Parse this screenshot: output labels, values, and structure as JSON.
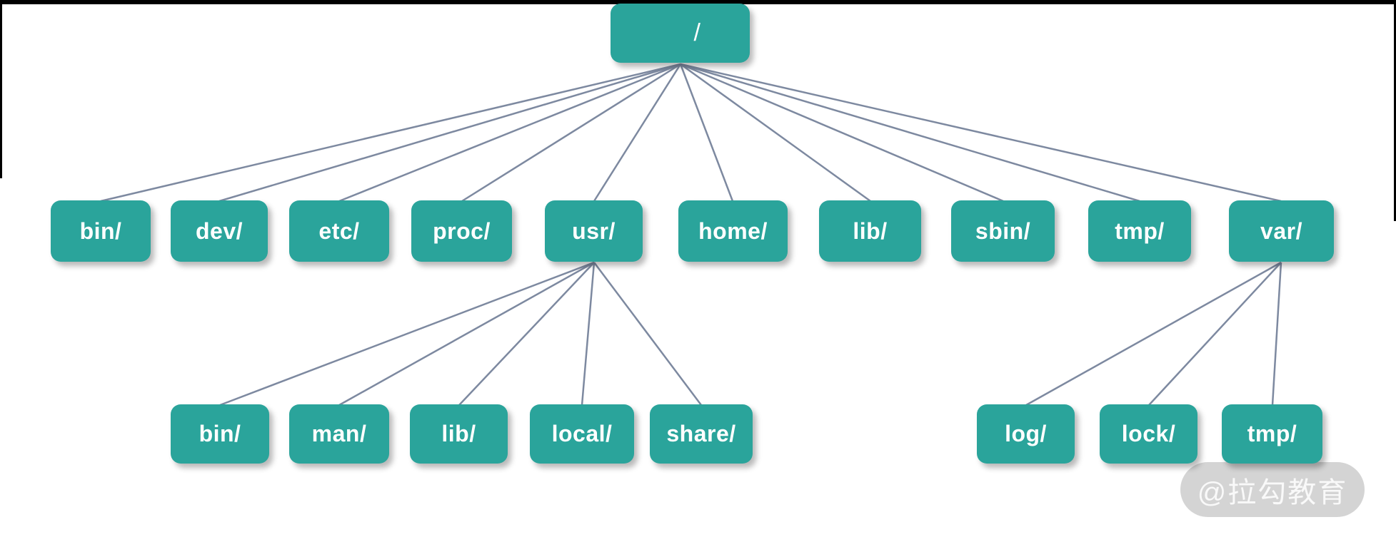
{
  "diagram": {
    "type": "tree",
    "description": "Linux root filesystem directory tree",
    "root": {
      "label": "/"
    },
    "level2": [
      {
        "label": "bin/"
      },
      {
        "label": "dev/"
      },
      {
        "label": "etc/"
      },
      {
        "label": "proc/"
      },
      {
        "label": "usr/"
      },
      {
        "label": "home/"
      },
      {
        "label": "lib/"
      },
      {
        "label": "sbin/"
      },
      {
        "label": "tmp/"
      },
      {
        "label": "var/"
      }
    ],
    "usr_children": [
      {
        "label": "bin/"
      },
      {
        "label": "man/"
      },
      {
        "label": "lib/"
      },
      {
        "label": "local/"
      },
      {
        "label": "share/"
      }
    ],
    "var_children": [
      {
        "label": "log/"
      },
      {
        "label": "lock/"
      },
      {
        "label": "tmp/"
      }
    ]
  },
  "watermark": {
    "label": "@拉勾教育"
  },
  "colors": {
    "node_fill": "#2aa49b",
    "node_text": "#ffffff",
    "connector": "#7d89a0",
    "watermark_bg": "#cdcdcd",
    "watermark_text": "#ffffff",
    "frame": "#000000",
    "background": "#ffffff"
  }
}
